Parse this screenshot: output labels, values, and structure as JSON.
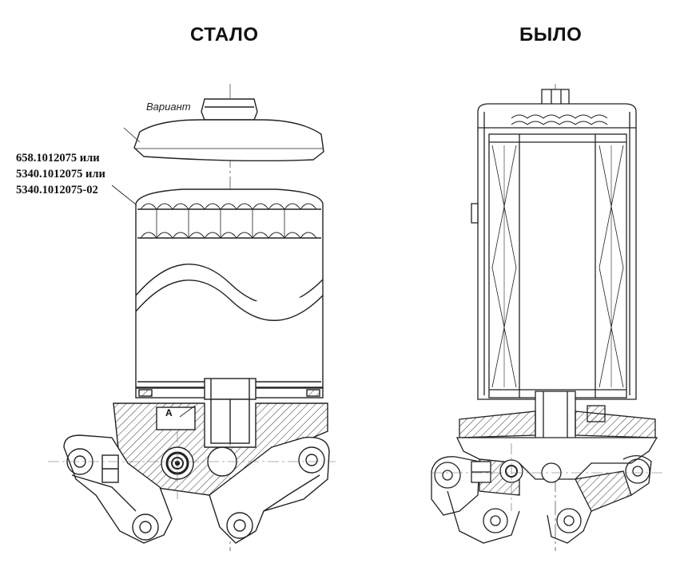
{
  "headings": {
    "left": "СТАЛО",
    "right": "БЫЛО"
  },
  "labels": {
    "variant": "Вариант",
    "part_numbers": [
      "658.1012075 или",
      "5340.1012075 или",
      "5340.1012075-02"
    ],
    "section_mark": "A"
  }
}
